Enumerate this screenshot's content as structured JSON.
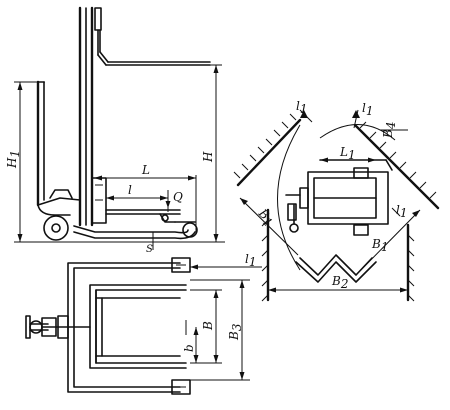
{
  "labels": {
    "H1": "H",
    "H1_sub": "1",
    "H": "H",
    "L": "L",
    "l": "l",
    "Q": "Q",
    "S": "S",
    "L1_top": "L",
    "L1_top_sub": "1",
    "l1_a": "l",
    "l1_a_sub": "1",
    "l1_b": "l",
    "l1_b_sub": "1",
    "B4": "B",
    "B4_sub": "4",
    "B1_left": "B",
    "B1_left_sub": "1",
    "B1_right": "B",
    "B1_right_sub": "1",
    "l1_right": "l",
    "l1_right_sub": "1",
    "B2": "B",
    "B2_sub": "2",
    "t1": "l",
    "t1_sub": "1",
    "B3": "B",
    "B3_sub": "3",
    "B": "B",
    "b": "b"
  }
}
